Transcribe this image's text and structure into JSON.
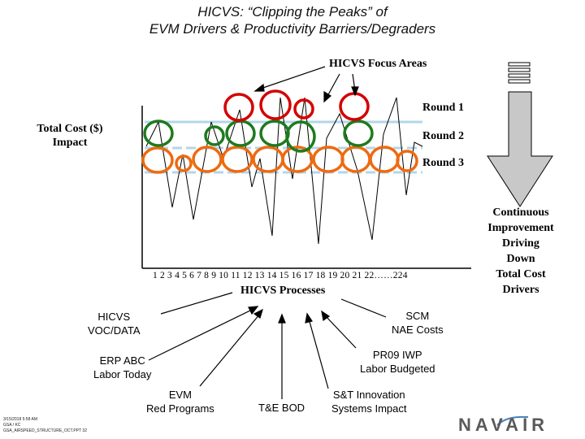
{
  "title": {
    "line1": "HICVS:  “Clipping the Peaks” of",
    "line2": "EVM Drivers & Productivity Barriers/Degraders"
  },
  "focus_areas_label": "HICVS Focus Areas",
  "total_cost_label": "Total Cost ($) Impact",
  "rounds": [
    "Round 1",
    "Round 2",
    "Round 3"
  ],
  "x_axis_ticks": "1  2  3  4  5  6  7  8  9  10  11  12  13  14  15  16  17  18  19  20  21  22……224",
  "processes_label": "HICVS Processes",
  "continuous_improvement": {
    "lines": [
      "Continuous",
      "Improvement",
      "Driving",
      "Down",
      "Total Cost",
      "Drivers"
    ]
  },
  "inputs": {
    "voc": [
      "HICVS",
      "VOC/DATA"
    ],
    "scm": [
      "SCM",
      "NAE Costs"
    ],
    "erp": [
      "ERP ABC",
      "Labor Today"
    ],
    "pr09": [
      "PR09 IWP",
      "Labor Budgeted"
    ],
    "evm": [
      "EVM",
      "Red Programs"
    ],
    "te": [
      "T&E BOD"
    ],
    "st": [
      "S&T Innovation",
      "Systems Impact"
    ]
  },
  "footer": {
    "lines": [
      "3/15/2018 5:58 AM",
      "GSA / KC",
      "GSA_AIRSPEED_STRUCTURE_OCT.PPT  32"
    ]
  },
  "logo_text": "NAVAIR",
  "colors": {
    "round1": "#d40000",
    "round2": "#1e7a1e",
    "round3": "#ee6a10",
    "band": "#b3d6ea",
    "arrow_fill": "#c8c8c8"
  },
  "icons": [
    "hierarchy-arrow-icon",
    "navair-logo"
  ]
}
